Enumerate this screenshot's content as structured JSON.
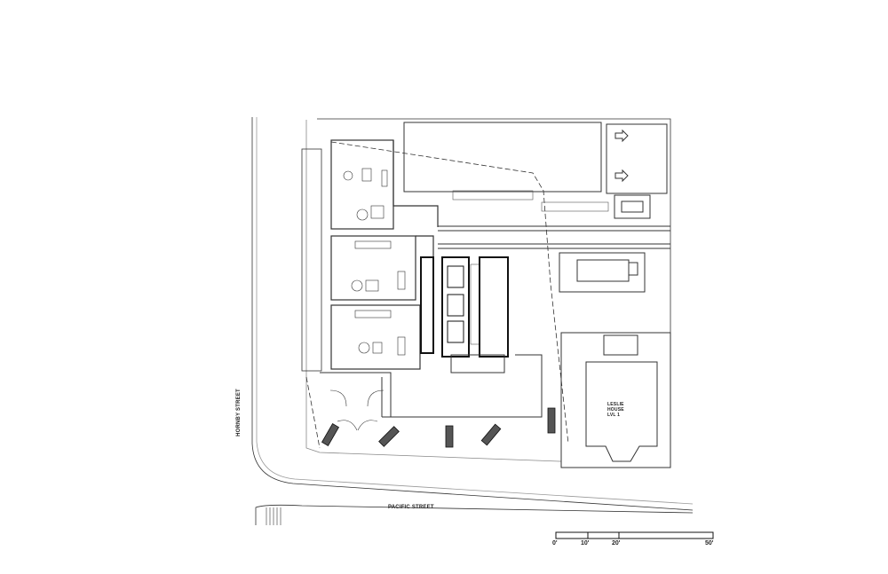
{
  "streets": {
    "hornby": "HORNBY STREET",
    "pacific": "PACIFIC STREET"
  },
  "leslie_house": {
    "line1": "LESLIE",
    "line2": "HOUSE",
    "line3": "LVL 1"
  },
  "scale_bar": {
    "ticks": [
      "0'",
      "10'",
      "20'",
      "50'"
    ]
  }
}
